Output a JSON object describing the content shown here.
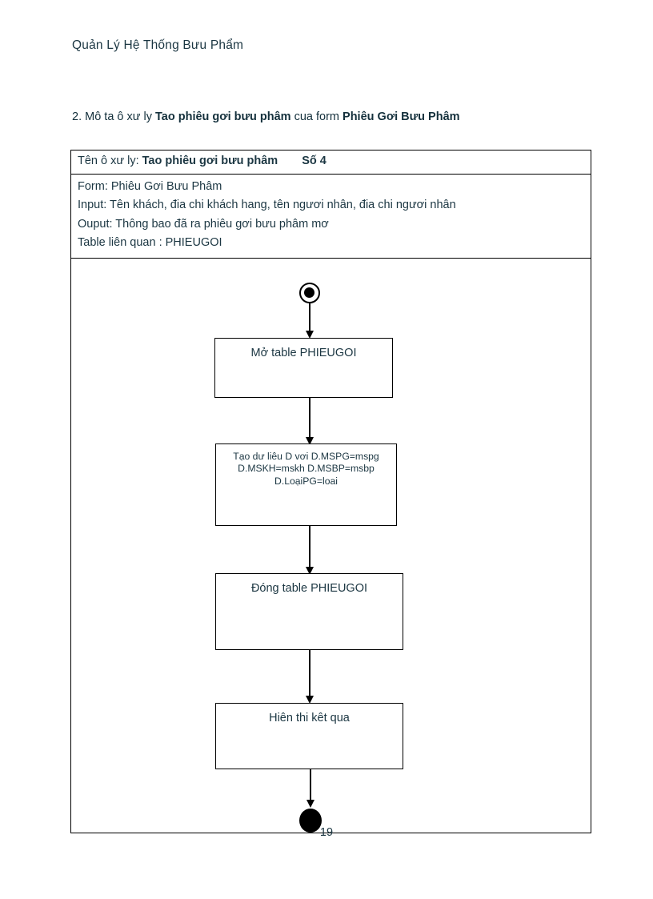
{
  "document": {
    "running_header": "Quản Lý Hệ Thống Bưu Phẩm",
    "page_number": "19",
    "text_color": "#1b3642",
    "line_color": "#000000"
  },
  "section": {
    "number_prefix": "2. Mô ta ô xư ly ",
    "process_name": "Tao phiêu gơi bưu phâm",
    "middle": " cua form ",
    "form_name": "Phiêu Gơi Bưu Phâm"
  },
  "process_table": {
    "header": {
      "label": "Tên ô xư ly:",
      "name": "Tao phiêu gơi bưu phâm",
      "number": "Số 4"
    },
    "info_lines": [
      "Form:  Phiêu Gơi Bưu Phâm",
      "Input: Tên khách, đia chi khách hang, tên ngươi nhân, đia chi ngươi nhân",
      "Ouput: Thông bao đã ra phiêu gơi bưu phâm mơ",
      "Table liên quan   : PHIEUGOI"
    ]
  },
  "flowchart": {
    "start_node_name": "start-node",
    "end_node_name": "end-node",
    "nodes": [
      {
        "id": "open-table",
        "text": "Mở table PHIEUGOI"
      },
      {
        "id": "create-data",
        "text": "Tạo dư liêu D vơi D.MSPG=mspg\nD.MSKH=mskh D.MSBP=msbp\nD.LoạiPG=loai"
      },
      {
        "id": "close-table",
        "text": "Đóng table PHIEUGOI"
      },
      {
        "id": "show-result",
        "text": "Hiên thi kêt qua"
      }
    ]
  }
}
